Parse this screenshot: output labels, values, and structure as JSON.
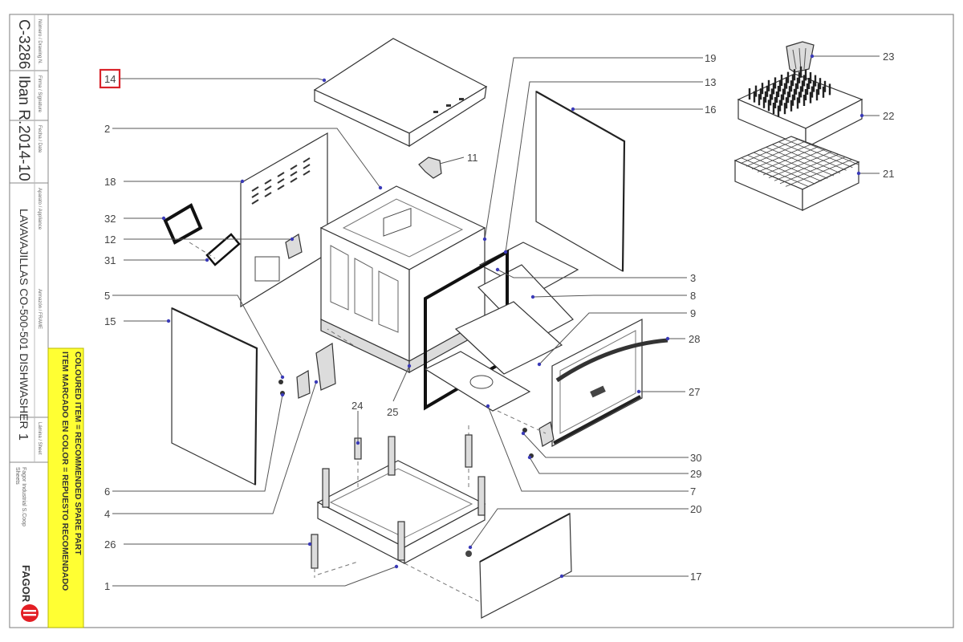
{
  "title_block": {
    "drawing_number": "C-3286",
    "drawing_number_caption": "Número / Drawing N.",
    "signature": "Iban R.",
    "signature_caption": "Firma / Signature",
    "date": "2014-10",
    "date_caption": "Fecha / Date",
    "description_caption": "Aparato / Appliance",
    "description": "LAVAVAJILLAS CO-500-501 DISHWASHER",
    "frame_caption": "Armazón / FRAME",
    "sheet_number": "1",
    "sheet_caption": "Lámina / Sheet",
    "company": "Fagor Industrial S.Coop",
    "company_sub": "Sheets",
    "notice_es": "ITEM MARCADO EN COLOR = REPUESTO RECOMENDADO",
    "notice_en": "COLOURED ITEM = RECOMMENDED SPARE PART",
    "logo_text": "FAGOR",
    "notice_color": "#ffff33",
    "logo_color": "#e31e24"
  },
  "callouts": {
    "c14": "14",
    "c19": "19",
    "c13": "13",
    "c16": "16",
    "c2": "2",
    "c11": "11",
    "c18": "18",
    "c32": "32",
    "c12": "12",
    "c31": "31",
    "c3": "3",
    "c8": "8",
    "c5": "5",
    "c9": "9",
    "c15": "15",
    "c28": "28",
    "c27": "27",
    "c25": "25",
    "c24": "24",
    "c30": "30",
    "c29": "29",
    "c6": "6",
    "c7": "7",
    "c4": "4",
    "c20": "20",
    "c26": "26",
    "c17": "17",
    "c1": "1",
    "c23": "23",
    "c22": "22",
    "c21": "21"
  },
  "highlighted_part": "14",
  "highlight_color": "#d9232a",
  "leader_color": "#3a3ab8"
}
